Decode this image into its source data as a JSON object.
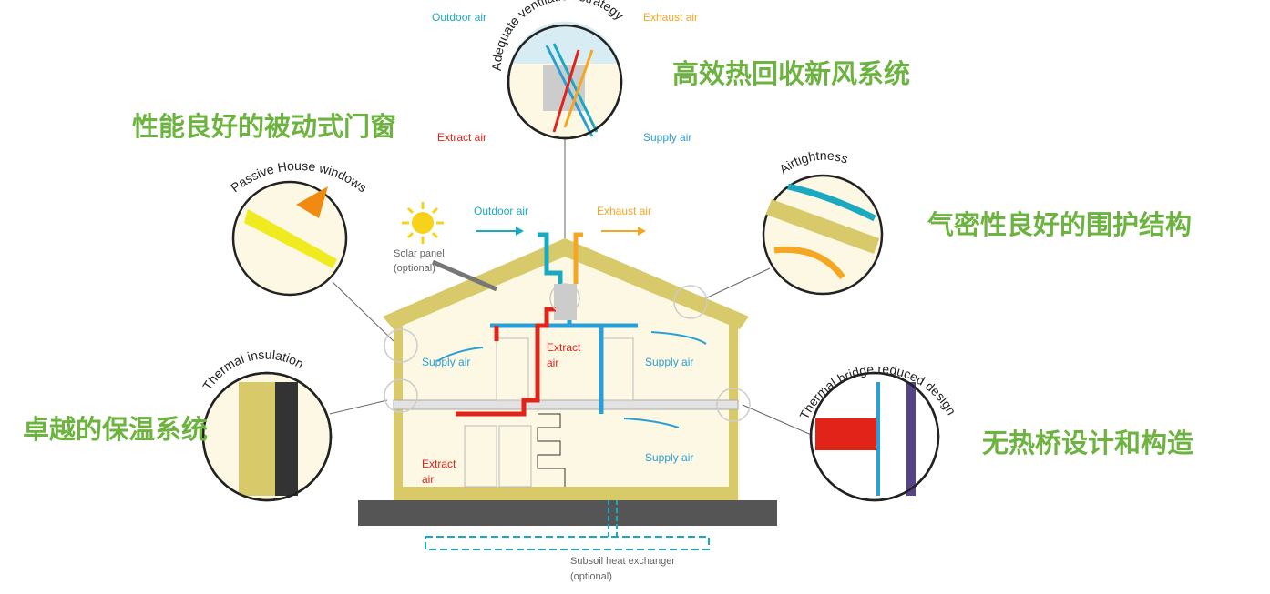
{
  "colors": {
    "green": "#6db33f",
    "supply": "#2a9fd6",
    "outdoor": "#1aa9c0",
    "extract": "#e2231a",
    "exhaust": "#f5a623",
    "wall": "#d8c96a",
    "ground": "#555555"
  },
  "headings": {
    "ventilation": "高效热回收新风系统",
    "windows": "性能良好的被动式门窗",
    "airtight": "气密性良好的围护结构",
    "insulation": "卓越的保温系统",
    "thermal_bridge": "无热桥设计和构造"
  },
  "circles": {
    "ventilation": "Adequate ventilation strategy",
    "windows": "Passive House windows",
    "airtight": "Airtightness",
    "insulation": "Thermal insulation",
    "thermal_bridge": "Thermal bridge reduced design"
  },
  "legend": {
    "outdoor": "Outdoor air",
    "exhaust": "Exhaust air",
    "extract": "Extract air",
    "supply": "Supply air"
  },
  "house": {
    "outdoor": "Outdoor air",
    "exhaust": "Exhaust air",
    "solar_1": "Solar panel",
    "solar_2": "(optional)",
    "supply": "Supply air",
    "extract_1": "Extract",
    "extract_2": "air",
    "subsoil_1": "Subsoil heat exchanger",
    "subsoil_2": "(optional)"
  }
}
